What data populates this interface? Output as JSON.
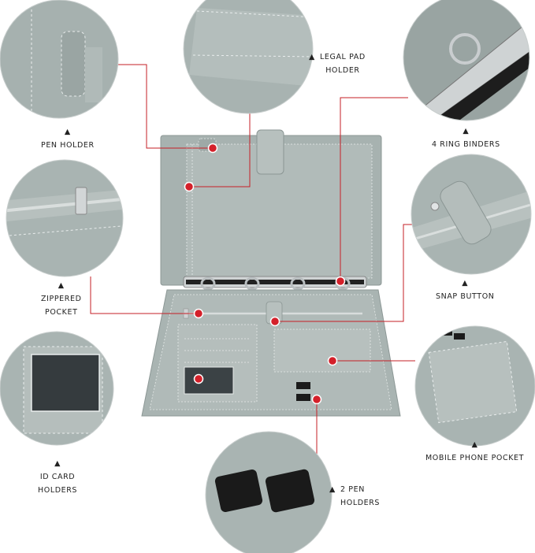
{
  "colors": {
    "leather": "#a9b4b2",
    "leather_dark": "#8e9a98",
    "leader_line": "#c61f26",
    "marker": "#d4202a",
    "marker_ring": "#ffffff",
    "background": "#ffffff",
    "label_text": "#222222"
  },
  "callouts": [
    {
      "id": "pen-holder",
      "marker": "▲",
      "lines": [
        "PEN HOLDER"
      ]
    },
    {
      "id": "legal-pad-holder",
      "marker": "▲",
      "lines": [
        "LEGAL PAD",
        "HOLDER"
      ]
    },
    {
      "id": "4-ring-binders",
      "marker": "▲",
      "lines": [
        "4 RING BINDERS"
      ]
    },
    {
      "id": "zippered-pocket",
      "marker": "▲",
      "lines": [
        "ZIPPERED",
        "POCKET"
      ]
    },
    {
      "id": "snap-button",
      "marker": "▲",
      "lines": [
        "SNAP BUTTON"
      ]
    },
    {
      "id": "id-card-holders",
      "marker": "▲",
      "lines": [
        "ID CARD",
        "HOLDERS"
      ]
    },
    {
      "id": "mobile-phone-pocket",
      "marker": "▲",
      "lines": [
        "MOBILE PHONE POCKET"
      ]
    },
    {
      "id": "2-pen-holders",
      "marker": "▲",
      "lines": [
        "2 PEN",
        "HOLDERS"
      ]
    }
  ]
}
